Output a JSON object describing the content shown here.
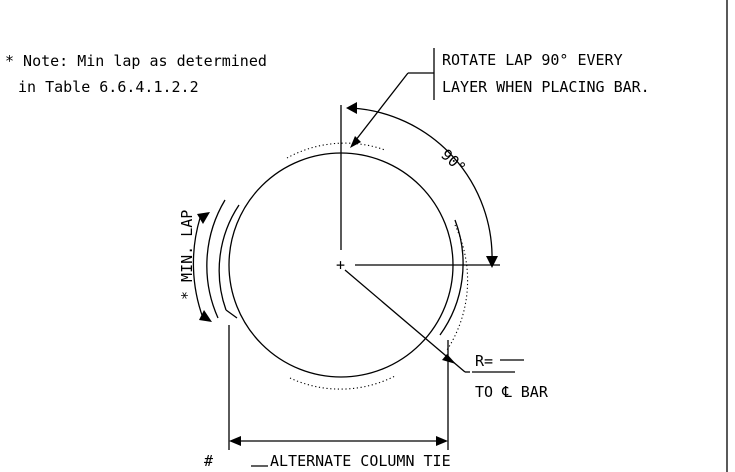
{
  "note": {
    "line1": "* Note: Min lap as determined",
    "line2": "in Table 6.6.4.1.2.2"
  },
  "rotate_note": {
    "line1": "ROTATE LAP 90° EVERY",
    "line2": "LAYER WHEN PLACING BAR."
  },
  "angle_label": "90°",
  "min_lap_label": "* MIN. LAP",
  "radius_label": {
    "line1": "R=",
    "line2": "TO ℄ BAR"
  },
  "bottom_label": {
    "prefix": "#",
    "text": "ALTERNATE COLUMN TIE"
  }
}
